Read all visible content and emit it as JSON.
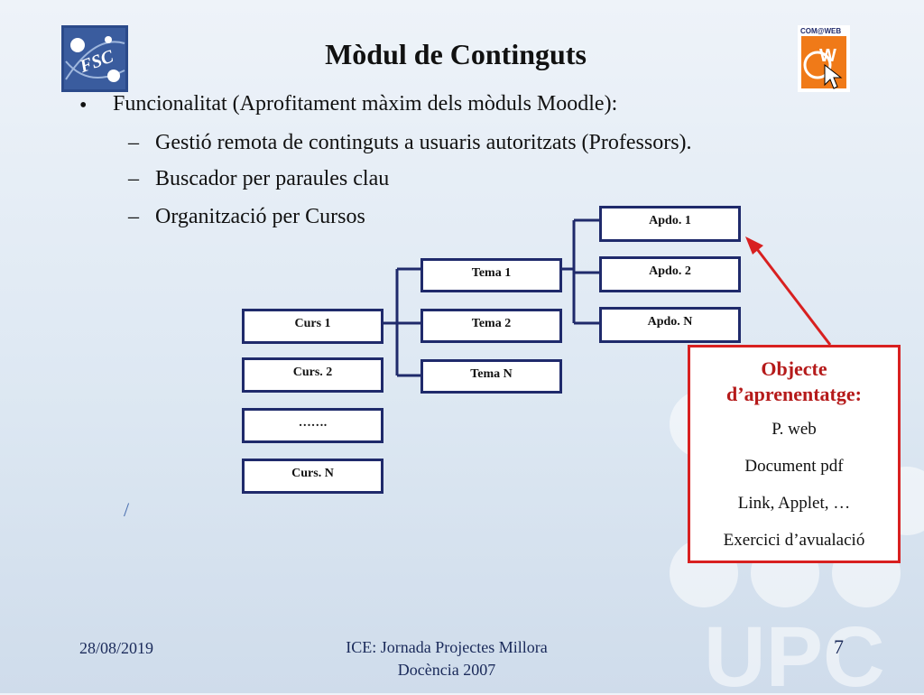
{
  "title": "Mòdul de Continguts",
  "bullets": {
    "main": "Funcionalitat (Aprofitament màxim dels mòduls Moodle):",
    "sub": [
      "Gestió remota de continguts a usuaris autoritzats (Professors).",
      "Buscador per paraules clau",
      "Organització per Cursos"
    ],
    "bullet_glyph": "•",
    "dash_glyph": "–"
  },
  "diagram": {
    "courses": [
      "Curs 1",
      "Curs. 2",
      "…….",
      "Curs.  N"
    ],
    "topics": [
      "Tema 1",
      "Tema 2",
      "Tema N"
    ],
    "sections": [
      "Apdo. 1",
      "Apdo.  2",
      "Apdo.  N"
    ]
  },
  "callout": {
    "heading_line1": "Objecte",
    "heading_line2": "d’aprenentatge:",
    "items": [
      "P. web",
      "Document pdf",
      "Link, Applet, …",
      "Exercici d’avualació"
    ]
  },
  "stray_mark": "/",
  "logos": {
    "left": {
      "text": "FSC",
      "icon": "fsc-logo-icon"
    },
    "right": {
      "text": "COM@WEB",
      "letter": "W",
      "icon": "comweb-logo-icon"
    },
    "watermark": {
      "text": "UPC",
      "icon": "upc-watermark-icon"
    }
  },
  "footer": {
    "date": "28/08/2019",
    "center_line1": "ICE: Jornada Projectes Millora",
    "center_line2": "Docència 2007",
    "page": "7"
  },
  "colors": {
    "box_border": "#1f2a6b",
    "callout_border": "#d82020",
    "callout_heading": "#b51a1a",
    "connector": "#1f2a6b",
    "arrow": "#d82020"
  }
}
